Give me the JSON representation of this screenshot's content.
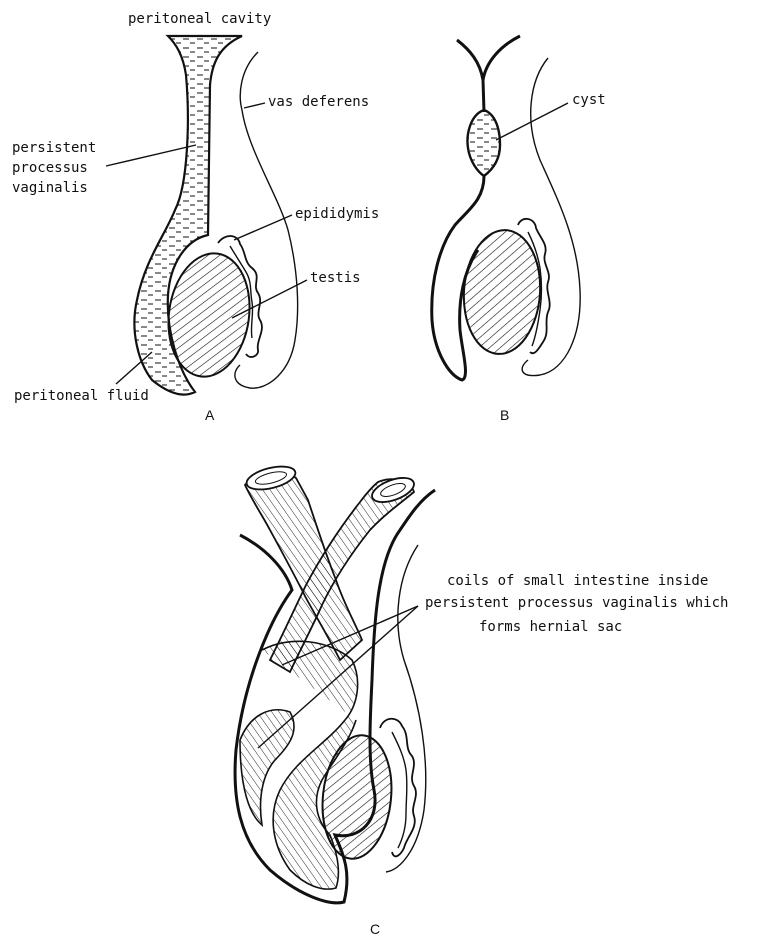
{
  "panels": {
    "A": {
      "letter": "A",
      "labels": {
        "peritoneal_cavity": "peritoneal cavity",
        "vas_deferens": "vas deferens",
        "persistent_processus_vaginalis": [
          "persistent",
          "processus",
          "vaginalis"
        ],
        "epididymis": "epididymis",
        "testis": "testis",
        "peritoneal_fluid": "peritoneal fluid"
      }
    },
    "B": {
      "letter": "B",
      "labels": {
        "cyst": "cyst"
      }
    },
    "C": {
      "letter": "C",
      "labels": {
        "hernia_caption": [
          "coils of small intestine inside",
          "persistent processus vaginalis which",
          "forms hernial sac"
        ]
      }
    }
  }
}
